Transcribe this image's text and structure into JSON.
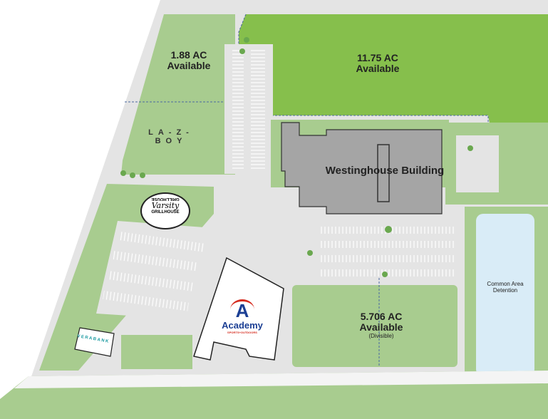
{
  "colors": {
    "grass": "#a8cc8f",
    "available_green": "#86bf4c",
    "pavement": "#e4e4e4",
    "building": "#a5a5a5",
    "water": "#d9ecf7",
    "dash": "#4a6aa0",
    "academy_red": "#d52b1e",
    "academy_blue": "#1c3f94",
    "lazboy_blue": "#1a6ec0",
    "verabank_teal": "#1a9aa0"
  },
  "parcels": [
    {
      "acreage": "1.88 AC",
      "status": "Available"
    },
    {
      "acreage": "11.75 AC",
      "status": "Available"
    },
    {
      "acreage": "5.706 AC",
      "status": "Available",
      "note": "(Divisible)"
    }
  ],
  "buildings": {
    "westinghouse": "Westinghouse Building",
    "detention": "Common Area Detention"
  },
  "logos": {
    "lazboy": "LA-Z-BOY",
    "varsity_top": "GRILLHOUSE",
    "varsity_mid": "Varsity",
    "varsity_bottom": "GRILLHOUSE",
    "academy": "Academy",
    "academy_sub": "SPORTS+OUTDOORS",
    "verabank": "VERABANK"
  }
}
